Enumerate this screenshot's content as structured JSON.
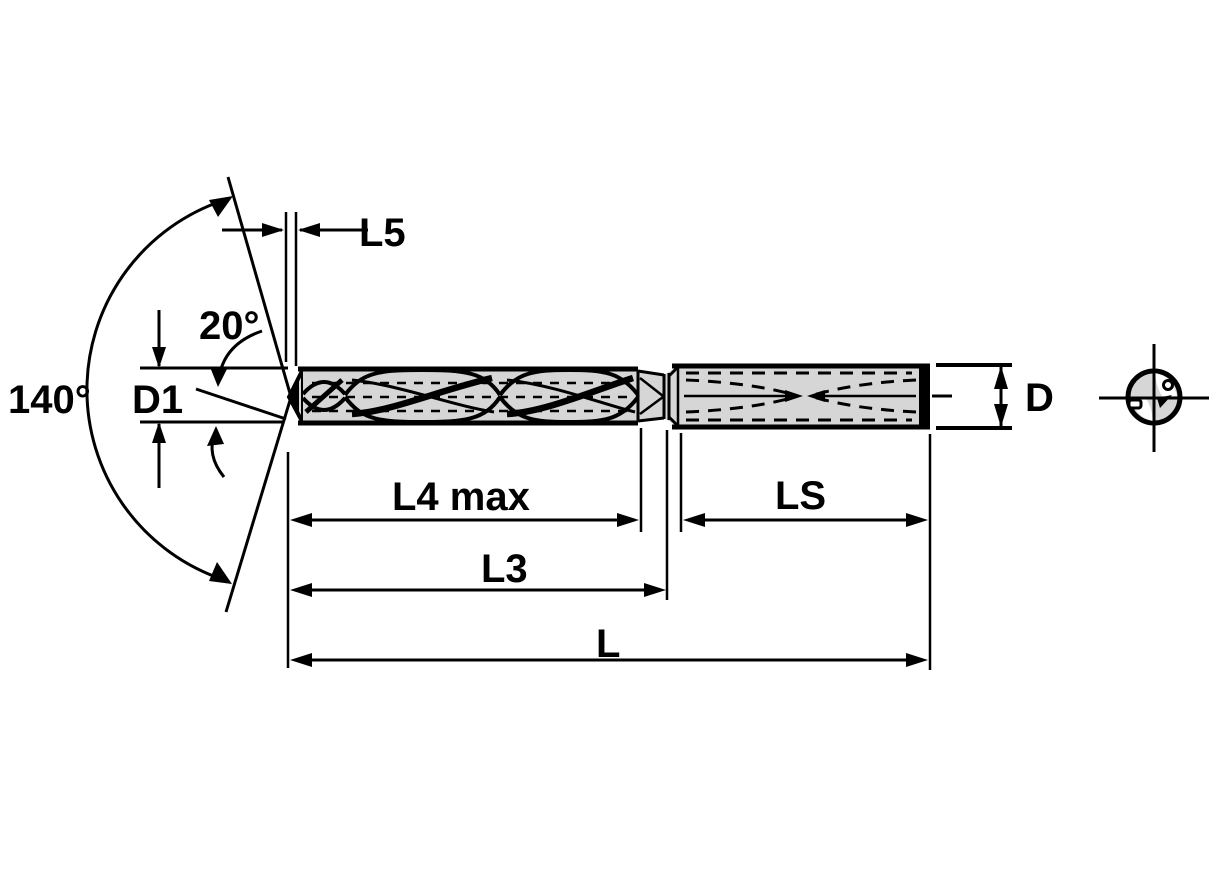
{
  "diagram": {
    "type": "technical-drawing",
    "subject": "solid-carbide-twist-drill-with-coolant-holes",
    "labels": {
      "point_angle": "140°",
      "secondary_angle": "20°",
      "tip_diameter": "D1",
      "point_length": "L5",
      "flute_length_max": "L4 max",
      "shank_length": "LS",
      "usable_length": "L3",
      "overall_length": "L",
      "shank_diameter": "D"
    },
    "colors": {
      "line": "#000000",
      "body_fill": "#d6d6d6",
      "background": "#ffffff"
    }
  }
}
